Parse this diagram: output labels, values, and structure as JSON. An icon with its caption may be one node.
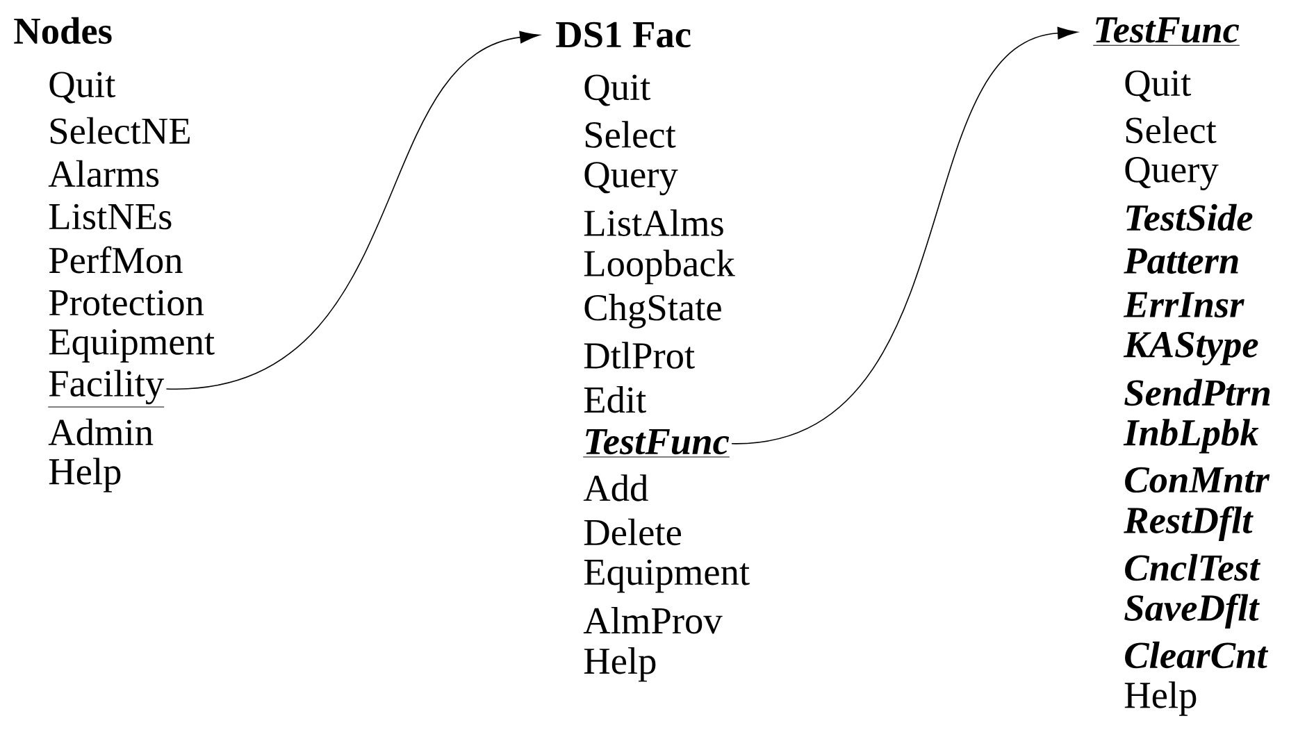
{
  "diagram": {
    "nodes": [
      {
        "text": [
          "Nodes"
        ]
      },
      {
        "text": [
          "Quit"
        ]
      },
      {
        "text": [
          "SelectNE"
        ]
      },
      {
        "text": [
          "Alarms"
        ]
      },
      {
        "text": [
          "ListNEs"
        ]
      },
      {
        "text": [
          "PerfMon"
        ]
      },
      {
        "text": [
          "Protection"
        ]
      },
      {
        "text": [
          "Equipment"
        ]
      },
      {
        "text": [
          "Facility"
        ]
      },
      {
        "text": [
          "Admin"
        ]
      },
      {
        "text": [
          "Help"
        ]
      },
      {
        "text": [
          "DS1 Fac"
        ]
      },
      {
        "text": [
          "Quit"
        ]
      },
      {
        "text": [
          "Select"
        ]
      },
      {
        "text": [
          "Query"
        ]
      },
      {
        "text": [
          "ListAlms"
        ]
      },
      {
        "text": [
          "Loopback"
        ]
      },
      {
        "text": [
          "ChgState"
        ]
      },
      {
        "text": [
          "DtlProt"
        ]
      },
      {
        "text": [
          "Edit"
        ]
      },
      {
        "text": [
          "TestFunc"
        ]
      },
      {
        "text": [
          "Add"
        ]
      },
      {
        "text": [
          "Delete"
        ]
      },
      {
        "text": [
          "Equipment"
        ]
      },
      {
        "text": [
          "AlmProv"
        ]
      },
      {
        "text": [
          "Help"
        ]
      },
      {
        "text": [
          "TestFunc"
        ]
      },
      {
        "text": [
          "Quit"
        ]
      },
      {
        "text": [
          "Select"
        ]
      },
      {
        "text": [
          "Query"
        ]
      },
      {
        "text": [
          "TestSide"
        ]
      },
      {
        "text": [
          "Pattern"
        ]
      },
      {
        "text": [
          "ErrInsr"
        ]
      },
      {
        "text": [
          "KAStype"
        ]
      },
      {
        "text": [
          "SendPtrn"
        ]
      },
      {
        "text": [
          "InbLpbk"
        ]
      },
      {
        "text": [
          "ConMntr"
        ]
      },
      {
        "text": [
          "RestDflt"
        ]
      },
      {
        "text": [
          "CnclTest"
        ]
      },
      {
        "text": [
          "SaveDflt"
        ]
      },
      {
        "text": [
          "ClearCnt"
        ]
      },
      {
        "text": [
          "Help"
        ]
      }
    ],
    "edges": [
      {
        "from": 8,
        "to": 11,
        "arrow": "to"
      },
      {
        "from": 20,
        "to": 26,
        "arrow": "to"
      }
    ]
  }
}
